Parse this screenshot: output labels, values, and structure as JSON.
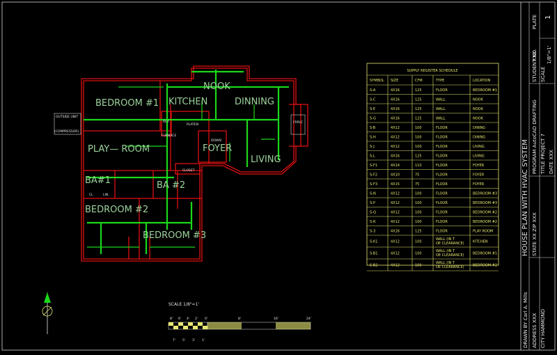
{
  "rooms": {
    "bedroom1": "BEDROOM #1",
    "kitchen": "KITCHEN",
    "nook": "NOOK",
    "dinning": "DINNING",
    "playroom": "PLAY— ROOM",
    "foyer": "FOYER",
    "living": "LIVING",
    "ba1": "BA#1",
    "ba2": "BA #2",
    "bedroom2": "BEDROOM #2",
    "bedroom3": "BEDROOM #3"
  },
  "plan_notes": {
    "outside_unit": "OUTSIDE UNIT",
    "compressor": "(COMPRESSOR)",
    "closet": "CLOSET",
    "furnace": "FURNACE",
    "platen": "PLATEN",
    "ret": "RET",
    "foyer_sub": "DOWN",
    "fireplace": "FRPLC",
    "cl": "CL",
    "lin": "LIN."
  },
  "schedule": {
    "title": "SUPPLY REGISTER SCHEDULE",
    "headers": [
      "SYMBOL",
      "SIZE",
      "CFM",
      "TYPE",
      "LOCATION"
    ],
    "rows": [
      [
        "S-A",
        "4X16",
        "125",
        "FLOOR",
        "BEDROOM #1"
      ],
      [
        "S-C",
        "4X16",
        "125",
        "WALL",
        "NOOK"
      ],
      [
        "S-E",
        "4X16",
        "125",
        "WALL",
        "NOOK"
      ],
      [
        "S-G",
        "4X16",
        "125",
        "WALL",
        "NOOK"
      ],
      [
        "S-B",
        "4X12",
        "100",
        "FLOOR",
        "DINING"
      ],
      [
        "S-H",
        "4X12",
        "100",
        "FLOOR",
        "DINING"
      ],
      [
        "S-J",
        "4X12",
        "100",
        "FLOOR",
        "LIVING"
      ],
      [
        "S-L",
        "4X16",
        "125",
        "FLOOR",
        "LIVING"
      ],
      [
        "S-F1",
        "4X14",
        "110",
        "FLOOR",
        "FOYER"
      ],
      [
        "S-F2",
        "4X10",
        "75",
        "FLOOR",
        "FOYER"
      ],
      [
        "S-F3",
        "4X15",
        "75",
        "FLOOR",
        "FOYER"
      ],
      [
        "S-N",
        "4X12",
        "100",
        "FLOOR",
        "BEDROOM #3"
      ],
      [
        "S-P",
        "4X12",
        "100",
        "FLOOR",
        "BEDROOM #3"
      ],
      [
        "S-Q",
        "4X12",
        "100",
        "FLOOR",
        "BEDROOM #2"
      ],
      [
        "S-R",
        "4X12",
        "100",
        "FLOOR",
        "BEDROOM #2"
      ],
      [
        "S-3",
        "4X16",
        "125",
        "FLOOR",
        "PLAY ROOM"
      ],
      [
        "S-K1",
        "4X12",
        "100",
        "WALL (IN TOE CLEARANCE)",
        "KITCHEN"
      ],
      [
        "S-B1",
        "4X12",
        "100",
        "WALL (IN TOE CLEARANCE)",
        "BEDROOM #1"
      ],
      [
        "S-B2",
        "4X12",
        "100",
        "WALL (IN TOE CLEARANCE)",
        "BEDROOM #2"
      ]
    ]
  },
  "scale_bar": {
    "label": "SCALE 1/8\"=1'",
    "top_ticks": [
      "8'",
      "6'",
      "4'",
      "2'",
      "0'",
      "8'",
      "16'",
      "24'"
    ],
    "bottom_ticks": [
      "7'",
      "5'",
      "3'",
      "1'"
    ]
  },
  "title_block": {
    "main_title": "HOUSE PLAN WITH HVAC SYSTEM",
    "plate_label": "PLATE",
    "plate_no": "1",
    "student_label": "STUDENT NO.",
    "student_value": "XXX",
    "scale_label": "SCALE",
    "scale_value": "1/8\"=1'",
    "program": "PROGRAM AutoCAD DRAFTING",
    "title_line": "TITLE PROJECT 7",
    "date_line": "DATE XXX",
    "drawn_by": "DRAWN BY Carl A. Mills",
    "address": "ADDRESS XXX",
    "city": "CITY HAMMOND",
    "state_zip": "STATE XX ZIP XXX"
  },
  "north_arrow": "north-arrow-icon"
}
